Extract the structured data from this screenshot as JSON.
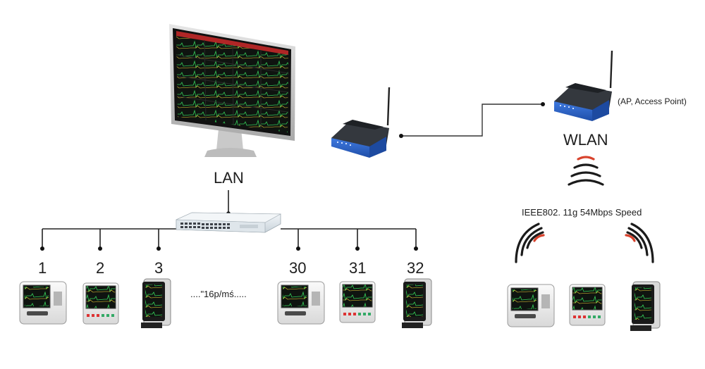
{
  "labels": {
    "lan": "LAN",
    "wlan": "WLAN",
    "ap": "(AP, Access Point)",
    "ieee": "IEEE802. 11g 54Mbps Speed",
    "ellipsis": "....\"16p/mś....."
  },
  "nodes": {
    "wired": [
      "1",
      "2",
      "3",
      "30",
      "31",
      "32"
    ]
  },
  "colors": {
    "router_blue": "#2a63c8",
    "router_dark": "#2b2e33",
    "wave_red": "#d8432d",
    "wave_black": "#1b1b1b",
    "switch_body": "#e9eef2",
    "line": "#222222"
  },
  "icons": {
    "monitor": "desktop-monitor-icon",
    "switch": "network-switch-icon",
    "router": "wireless-router-icon",
    "patient_monitor": "patient-monitor-icon",
    "wifi": "wifi-signal-icon"
  }
}
